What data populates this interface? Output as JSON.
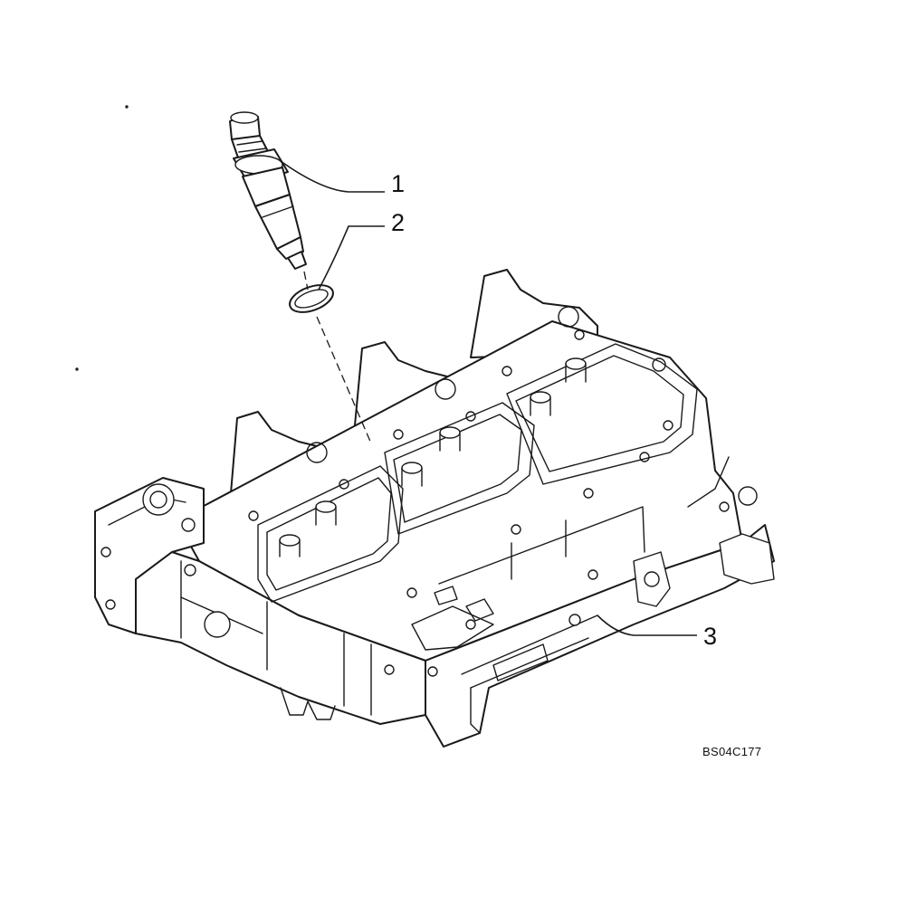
{
  "callouts": [
    {
      "id": "1",
      "part": "injector"
    },
    {
      "id": "2",
      "part": "seal-ring"
    },
    {
      "id": "3",
      "part": "cylinder-head"
    }
  ],
  "reference_code": "BS04C177"
}
